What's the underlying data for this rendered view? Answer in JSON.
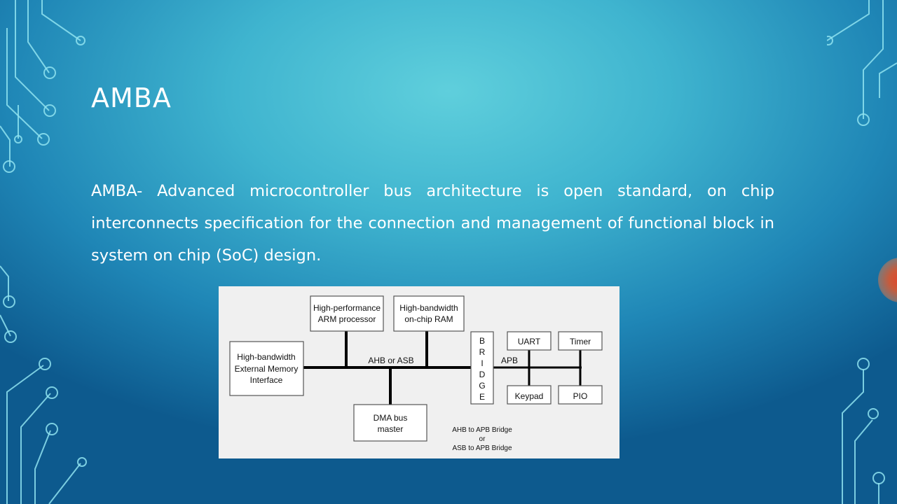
{
  "slide": {
    "title": "AMBA",
    "body": "AMBA- Advanced microcontroller bus  architecture is open standard,  on chip interconnects  specification for the connection and management  of functional block in system on chip (SoC) design."
  },
  "diagram": {
    "blocks": {
      "cpu": [
        "High-performance",
        "ARM processor"
      ],
      "ram": [
        "High-bandwidth",
        "on-chip RAM"
      ],
      "ext_mem": [
        "High-bandwidth",
        "External Memory",
        "Interface"
      ],
      "dma": [
        "DMA bus",
        "master"
      ],
      "bridge": [
        "B",
        "R",
        "I",
        "D",
        "G",
        "E"
      ],
      "uart": "UART",
      "timer": "Timer",
      "keypad": "Keypad",
      "pio": "PIO"
    },
    "bus_labels": {
      "ahb": "AHB or ASB",
      "apb": "APB"
    },
    "caption": [
      "AHB to APB Bridge",
      "or",
      "ASB to APB Bridge"
    ]
  },
  "colors": {
    "background": "#3fb4cf",
    "text": "#ffffff",
    "accent_orb": "#e2452a"
  }
}
